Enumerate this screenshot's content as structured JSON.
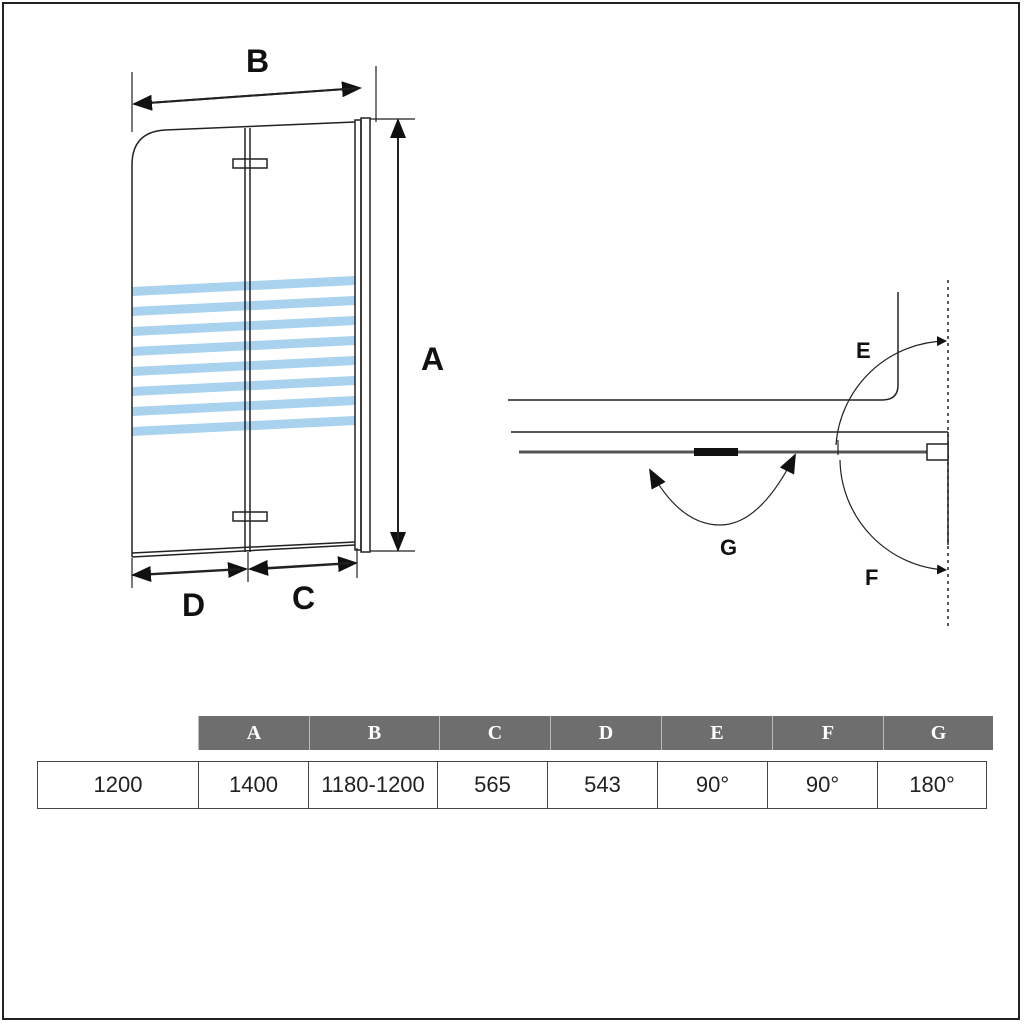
{
  "diagram": {
    "labels": {
      "A": "A",
      "B": "B",
      "C": "C",
      "D": "D",
      "E": "E",
      "F": "F",
      "G": "G"
    },
    "stripe_color": "#a9d2ee"
  },
  "table": {
    "headers": [
      "A",
      "B",
      "C",
      "D",
      "E",
      "F",
      "G"
    ],
    "values": [
      "1200",
      "1400",
      "1180-1200",
      "565",
      "543",
      "90°",
      "90°",
      "180°"
    ]
  }
}
